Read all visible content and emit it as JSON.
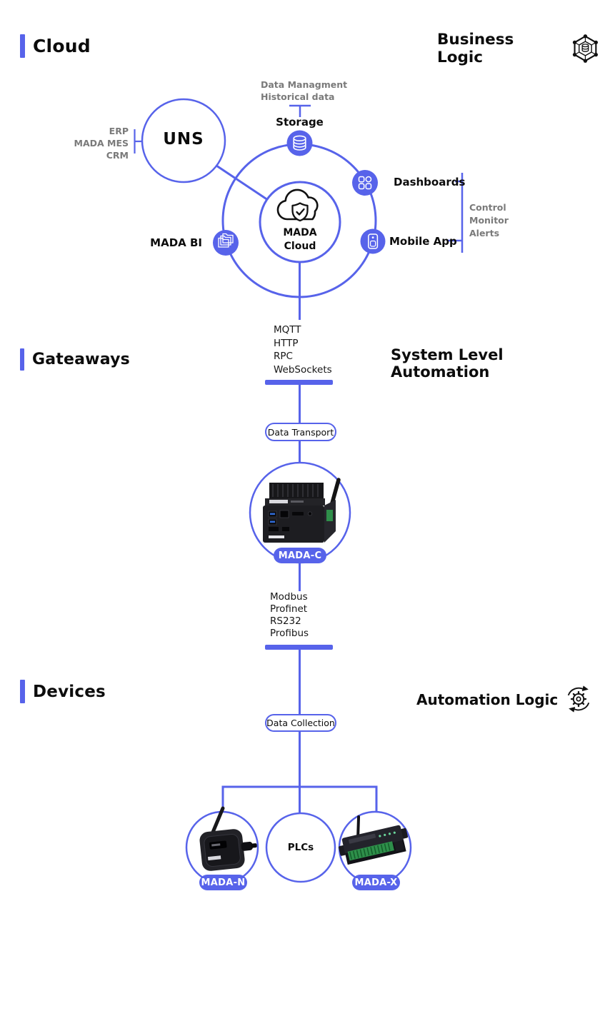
{
  "colors": {
    "accent": "#5763ea",
    "muted_text": "#7a7a7a",
    "device_pill_text": "#ffffff"
  },
  "sections": {
    "cloud": {
      "title": "Cloud",
      "right_title": "Business Logic"
    },
    "gateways": {
      "title": "Gateaways",
      "right_title": "System Level Automation"
    },
    "devices": {
      "title": "Devices",
      "right_title": "Automation Logic"
    }
  },
  "cloud": {
    "uns_label": "UNS",
    "uns_sources": [
      "ERP",
      "MADA MES",
      "CRM"
    ],
    "storage_notes": [
      "Data Managment",
      "Historical data"
    ],
    "storage_label": "Storage",
    "hub_line1": "MADA",
    "hub_line2": "Cloud",
    "dashboards_label": "Dashboards",
    "mobile_label": "Mobile App",
    "bi_label": "MADA BI",
    "app_functions": [
      "Control",
      "Monitor",
      "Alerts"
    ]
  },
  "cloud_protocols": [
    "MQTT",
    "HTTP",
    "RPC",
    "WebSockets"
  ],
  "gateway": {
    "transport_pill": "Data Transport",
    "device_label": "MADA-C"
  },
  "field_protocols": [
    "Modbus",
    "Profinet",
    "RS232",
    "Profibus"
  ],
  "device_layer": {
    "collection_pill": "Data Collection",
    "node_left": "MADA-N",
    "node_center": "PLCs",
    "node_right": "MADA-X"
  }
}
